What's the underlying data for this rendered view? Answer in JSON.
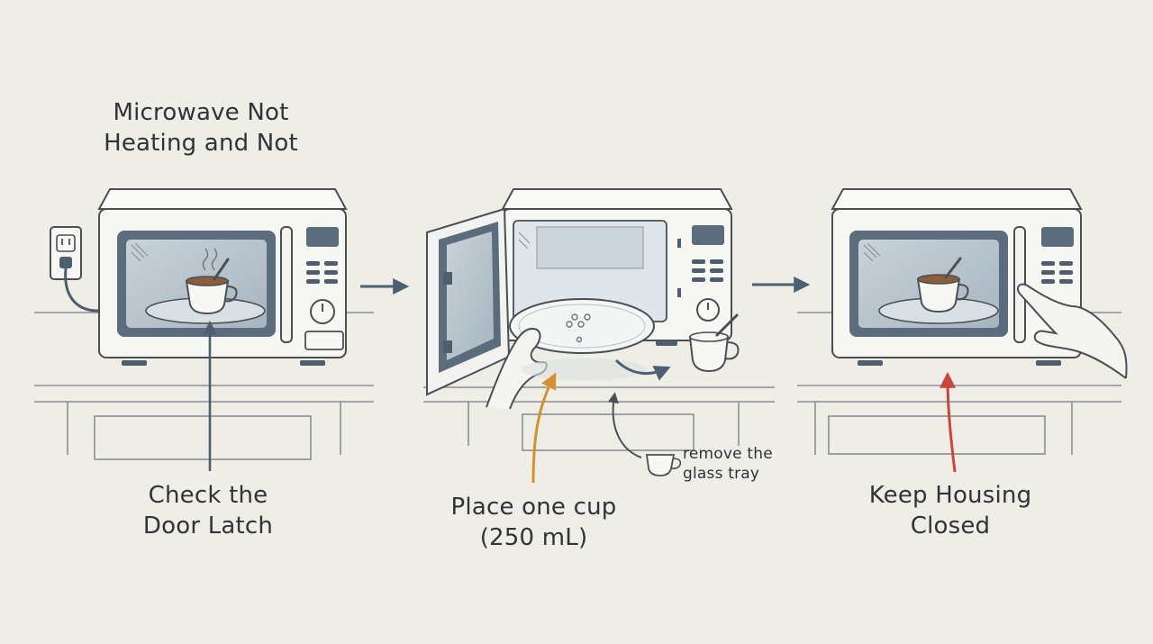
{
  "title": {
    "line1": "Microwave Not",
    "line2": "Heating and Not"
  },
  "steps": [
    {
      "line1": "Check the",
      "line2": "Door Latch",
      "accent": "#4d6073"
    },
    {
      "line1": "Place one cup",
      "line2": "(250 mL)",
      "accent": "#d4922f"
    },
    {
      "line1": "Keep Housing",
      "line2": "Closed",
      "accent": "#c9463c"
    }
  ],
  "side_note": {
    "line1": "remove the",
    "line2": "glass tray",
    "icon": "cup-icon"
  },
  "colors": {
    "background": "#eeede6",
    "outline": "#4a4f55",
    "microwave_body": "#f6f6f2",
    "window_frame": "#5b6c7c",
    "window_glass": "#b6c2cb"
  }
}
